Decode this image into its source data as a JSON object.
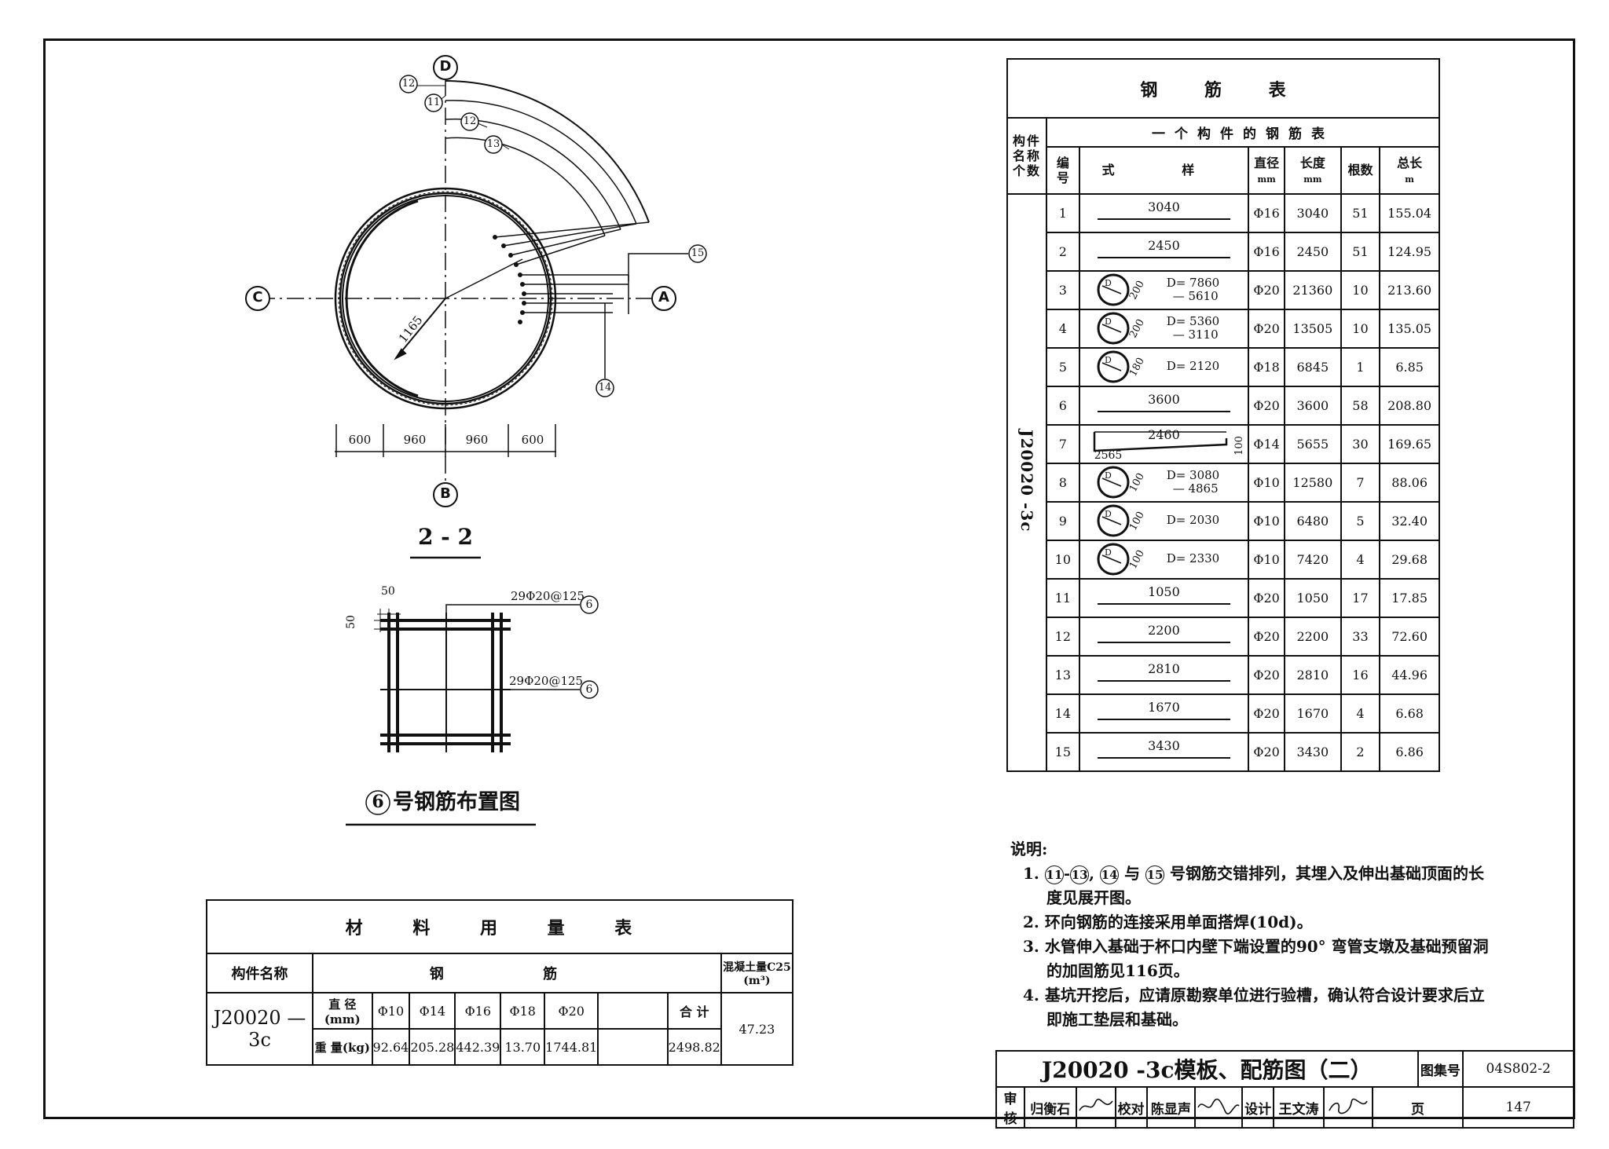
{
  "plan": {
    "section_title": "2 - 2",
    "axes": {
      "top": "D",
      "left": "C",
      "right": "A",
      "bottom": "B"
    },
    "radius_label": "1165",
    "dims": [
      "600",
      "960",
      "960",
      "600"
    ],
    "callouts": {
      "c12a": "12",
      "c11": "11",
      "c12b": "12",
      "c13": "13",
      "c15": "15",
      "c14": "14"
    }
  },
  "layout6": {
    "dim_h": "50",
    "dim_v": "50",
    "label_top": "29Φ20@125",
    "label_mid": "29Φ20@125",
    "mark": "6",
    "title_num": "6",
    "title_text": "号钢筋布置图"
  },
  "rebar_table": {
    "title": "钢 筋 表",
    "member_header": "构件名称个数",
    "sub_header": "一个构件的钢筋表",
    "headers": {
      "no": "编号",
      "shape": "式 样",
      "dia": "直径",
      "dia_unit": "mm",
      "len": "长度",
      "len_unit": "mm",
      "count": "根数",
      "total": "总长",
      "total_unit": "m"
    },
    "member_name": "J20020 -3c",
    "rows": [
      {
        "no": "1",
        "shape": "bar",
        "shape_label": "3040",
        "dia": "Φ16",
        "len": "3040",
        "count": "51",
        "total": "155.04"
      },
      {
        "no": "2",
        "shape": "bar",
        "shape_label": "2450",
        "dia": "Φ16",
        "len": "2450",
        "count": "51",
        "total": "124.95"
      },
      {
        "no": "3",
        "shape": "ring",
        "ring_side": "200",
        "d1": "D= 7860",
        "d2": "— 5610",
        "dia": "Φ20",
        "len": "21360",
        "count": "10",
        "total": "213.60"
      },
      {
        "no": "4",
        "shape": "ring",
        "ring_side": "200",
        "d1": "D= 5360",
        "d2": "— 3110",
        "dia": "Φ20",
        "len": "13505",
        "count": "10",
        "total": "135.05"
      },
      {
        "no": "5",
        "shape": "ring",
        "ring_side": "180",
        "d1": "D= 2120",
        "d2": "",
        "dia": "Φ18",
        "len": "6845",
        "count": "1",
        "total": "6.85"
      },
      {
        "no": "6",
        "shape": "bar",
        "shape_label": "3600",
        "dia": "Φ20",
        "len": "3600",
        "count": "58",
        "total": "208.80"
      },
      {
        "no": "7",
        "shape": "hook",
        "shape_label": "2460",
        "left_label": "2565",
        "hook_label": "100",
        "dia": "Φ14",
        "len": "5655",
        "count": "30",
        "total": "169.65"
      },
      {
        "no": "8",
        "shape": "ring",
        "ring_side": "100",
        "d1": "D= 3080",
        "d2": "— 4865",
        "dia": "Φ10",
        "len": "12580",
        "count": "7",
        "total": "88.06"
      },
      {
        "no": "9",
        "shape": "ring",
        "ring_side": "100",
        "d1": "D= 2030",
        "d2": "",
        "dia": "Φ10",
        "len": "6480",
        "count": "5",
        "total": "32.40"
      },
      {
        "no": "10",
        "shape": "ring",
        "ring_side": "100",
        "d1": "D= 2330",
        "d2": "",
        "dia": "Φ10",
        "len": "7420",
        "count": "4",
        "total": "29.68"
      },
      {
        "no": "11",
        "shape": "bar",
        "shape_label": "1050",
        "dia": "Φ20",
        "len": "1050",
        "count": "17",
        "total": "17.85"
      },
      {
        "no": "12",
        "shape": "bar",
        "shape_label": "2200",
        "dia": "Φ20",
        "len": "2200",
        "count": "33",
        "total": "72.60"
      },
      {
        "no": "13",
        "shape": "bar",
        "shape_label": "2810",
        "dia": "Φ20",
        "len": "2810",
        "count": "16",
        "total": "44.96"
      },
      {
        "no": "14",
        "shape": "bar",
        "shape_label": "1670",
        "dia": "Φ20",
        "len": "1670",
        "count": "4",
        "total": "6.68"
      },
      {
        "no": "15",
        "shape": "bar",
        "shape_label": "3430",
        "dia": "Φ20",
        "len": "3430",
        "count": "2",
        "total": "6.86"
      }
    ]
  },
  "material_table": {
    "title": "材 料 用 量 表",
    "col_member": "构件名称",
    "col_steel": "钢 筋",
    "col_concrete": "混凝土量C25 (m³)",
    "member": "J20020 — 3c",
    "dia_label": "直 径(mm)",
    "weight_label": "重 量(kg)",
    "total_label": "合 计",
    "diameters": [
      "Φ10",
      "Φ14",
      "Φ16",
      "Φ18",
      "Φ20"
    ],
    "weights": [
      "92.64",
      "205.28",
      "442.39",
      "13.70",
      "1744.81"
    ],
    "total": "2498.82",
    "concrete": "47.23"
  },
  "notes": {
    "heading": "说明:",
    "n1_prefix": "1.",
    "n1_a": "11",
    "n1_b": "13",
    "n1_c": "14",
    "n1_d": "15",
    "n1_text": "号钢筋交错排列，其埋入及伸出基础顶面的长度见展开图。",
    "n2": "2. 环向钢筋的连接采用单面搭焊(10d)。",
    "n3": "3. 水管伸入基础于杯口内壁下端设置的90° 弯管支墩及基础预留洞的加固筋见116页。",
    "n4": "4. 基坑开挖后，应请原勘察单位进行验槽，确认符合设计要求后立即施工垫层和基础。"
  },
  "title_block": {
    "drawing_title": "J20020 -3c模板、配筋图（二）",
    "atlas_label": "图集号",
    "atlas_no": "04S802-2",
    "review_label": "审核",
    "review_name": "归衡石",
    "check_label": "校对",
    "check_name": "陈显声",
    "design_label": "设计",
    "design_name": "王文涛",
    "page_label": "页",
    "page_no": "147"
  }
}
